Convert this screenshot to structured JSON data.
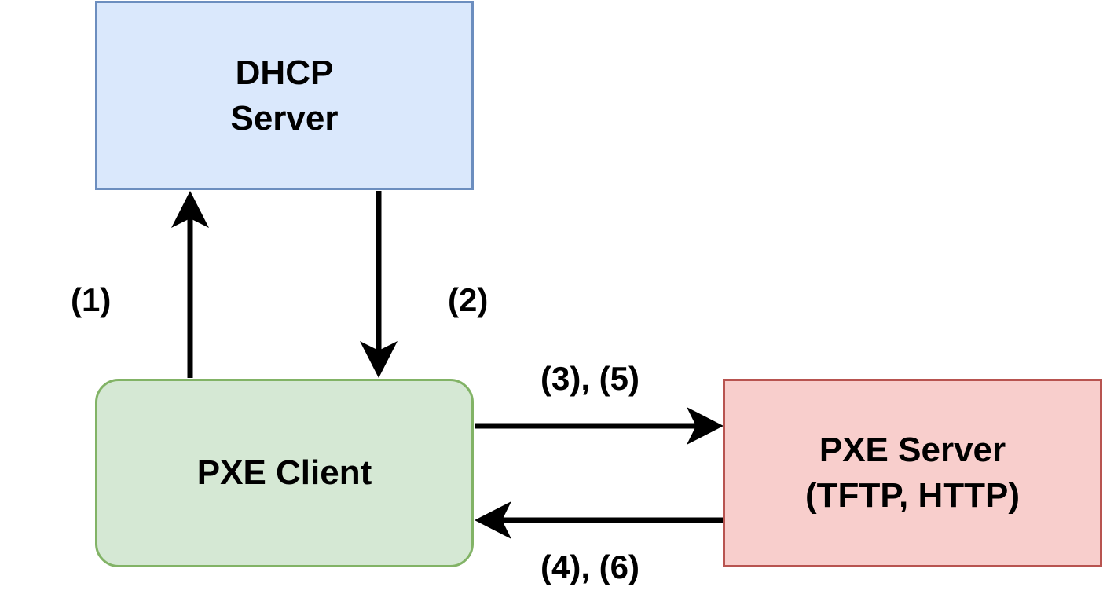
{
  "nodes": {
    "dhcp_server": {
      "line1": "DHCP",
      "line2": "Server"
    },
    "pxe_client": {
      "line1": "PXE Client"
    },
    "pxe_server": {
      "line1": "PXE Server",
      "line2": "(TFTP, HTTP)"
    }
  },
  "edges": {
    "step_1": "(1)",
    "step_2": "(2)",
    "steps_3_5": "(3), (5)",
    "steps_4_6": "(4), (6)"
  },
  "colors": {
    "dhcp_fill": "#dae8fc",
    "dhcp_stroke": "#6c8ebf",
    "client_fill": "#d5e8d4",
    "client_stroke": "#82b366",
    "pxe_fill": "#f8cecc",
    "pxe_stroke": "#b85450",
    "arrow": "#000000"
  }
}
